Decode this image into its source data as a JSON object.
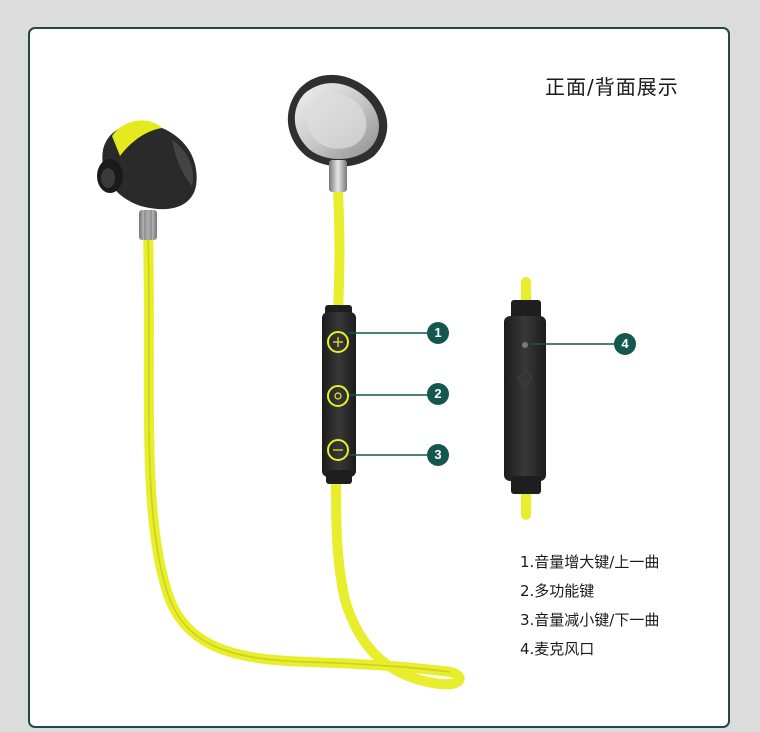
{
  "title": "正面/背面展示",
  "markers": [
    "1",
    "2",
    "3",
    "4"
  ],
  "legend": [
    "1.音量增大键/上一曲",
    "2.多功能键",
    "3.音量减小键/下一曲",
    "4.麦克风口"
  ],
  "colors": {
    "frame_border": "#1f4a44",
    "marker_fill": "#14574f",
    "cable_yellow": "#e9ee2c",
    "remote_body": "#2c2c2c",
    "page_background": "#dcdcdc"
  }
}
